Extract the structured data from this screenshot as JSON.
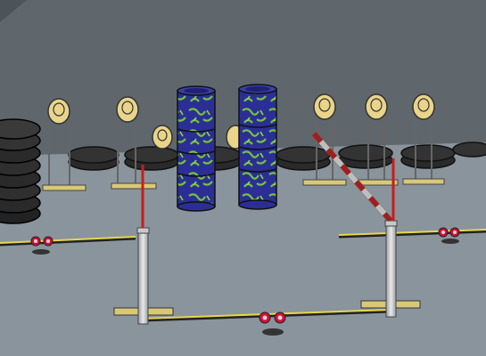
{
  "scene": {
    "colors": {
      "wall": "#5e666c",
      "floor": "#8a949c",
      "barrel_blue": "#2a2f8f",
      "barrel_green": "#6fbf3a",
      "target": "#e9d48a",
      "tire": "#2a2a2a",
      "pole_red": "#c81e1e",
      "pole_white": "#e6e6e6",
      "base_yellow": "#d8c878",
      "lamp_red": "#d0103a"
    },
    "objects": [
      "tire-stacks",
      "targets",
      "barrels",
      "slalom-poles",
      "barrier-arm",
      "floor-lines",
      "warning-lights"
    ]
  }
}
